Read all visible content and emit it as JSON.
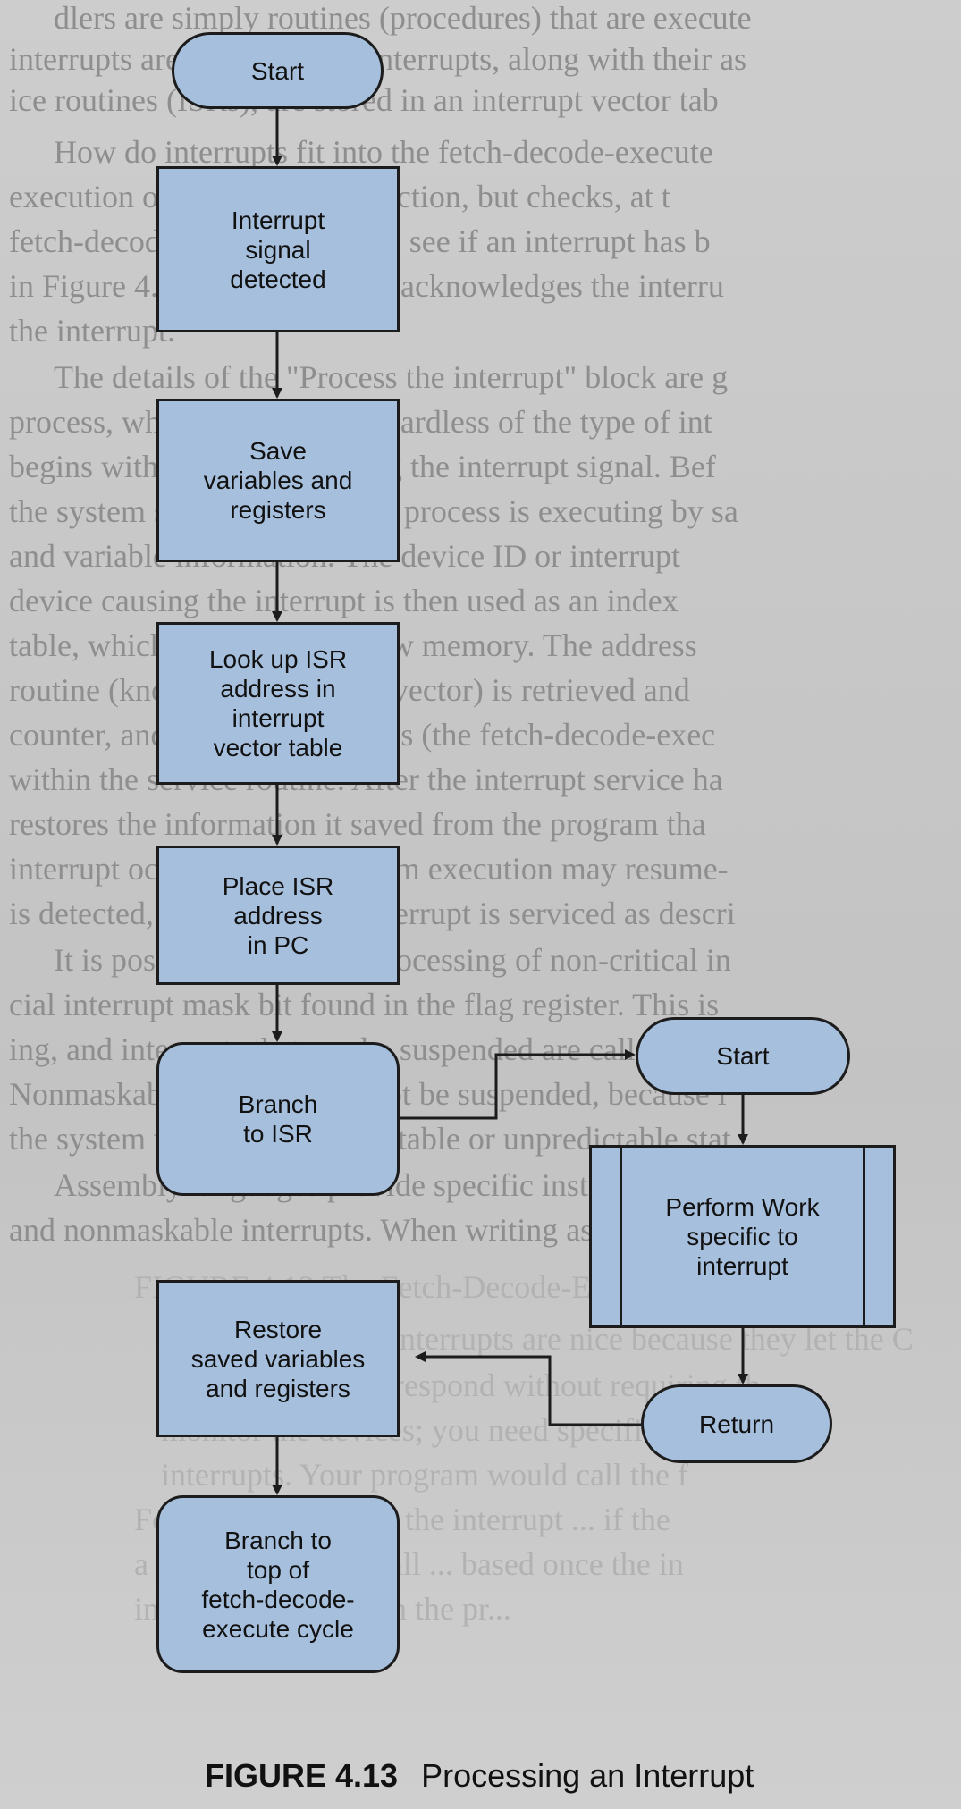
{
  "background_text": [
    "dlers are simply routines (procedures) that are execute",
    "interrupts are detected. The interrupts, along with their as",
    "ice routines (ISRs), are stored in an interrupt vector tab",
    "How do interrupts fit into the fetch-decode-execute",
    "execution of the current instruction, but checks, at t",
    "fetch-decode-execute cycle, to see if an interrupt has b",
    "in Figure 4.12. Once the CPU acknowledges the interru",
    "the interrupt.",
    "The details of the \"Process the interrupt\" block are g",
    "process, which is the same regardless of the type of int",
    "begins with the CPU detecting the interrupt signal. Bef",
    "the system suspends whatever process is executing by sa",
    "and variable information. The device ID or interrupt",
    "device causing the interrupt is then used as an index",
    "table, which is kept in very low memory. The address",
    "routine (known as its address vector) is retrieved and",
    "counter, and execution resumes (the fetch-decode-exec",
    "within the service routine. After the interrupt service ha",
    "restores the information it saved from the program tha",
    "interrupt occurred, and program execution may resume-",
    "is detected, whereupon the interrupt is serviced as descri",
    "It is possible to suspend processing of non-critical in",
    "cial interrupt mask bit found in the flag register. This is",
    "ing, and interrupts that can be suspended are call",
    "Nonmaskable interrupts cannot be suspended, because i",
    "the system would enter an unstable or unpredictable stat",
    "Assembly languages provide specific instructions fo",
    "and nonmaskable interrupts. When writing assembly langu",
    "FIGURE 4.12 The Fetch-Decode-Execute Cycle",
    "In not only interrupts are nice because they let the C",
    "needs the CPU to respond without requiring th",
    "monitor the devices; you need specific informatio",
    "interrupts. Your program would call the f",
    "Fetch  instruction for  the interrupt  ... if the",
    "a wait for a phone call  ...  based once the in",
    "instruction may be in the pr..."
  ],
  "nodes": {
    "start": "Start",
    "interrupt_detected": [
      "Interrupt",
      "signal",
      "detected"
    ],
    "save_vars": [
      "Save",
      "variables and",
      "registers"
    ],
    "lookup_isr": [
      "Look up ISR",
      "address in",
      "interrupt",
      "vector table"
    ],
    "place_isr": [
      "Place ISR",
      "address",
      "in PC"
    ],
    "branch_isr": [
      "Branch",
      "to ISR"
    ],
    "isr_start": "Start",
    "perform_work": [
      "Perform Work",
      "specific to",
      "interrupt"
    ],
    "isr_return": "Return",
    "restore": [
      "Restore",
      "saved variables",
      "and registers"
    ],
    "branch_top": [
      "Branch to",
      "top of",
      "fetch-decode-",
      "execute cycle"
    ]
  },
  "caption": {
    "number": "FIGURE 4.13",
    "title": "Processing an Interrupt"
  },
  "colors": {
    "node_fill": "#a6bfdd",
    "line": "#1c1c1c",
    "page": "#c9c9c9"
  }
}
